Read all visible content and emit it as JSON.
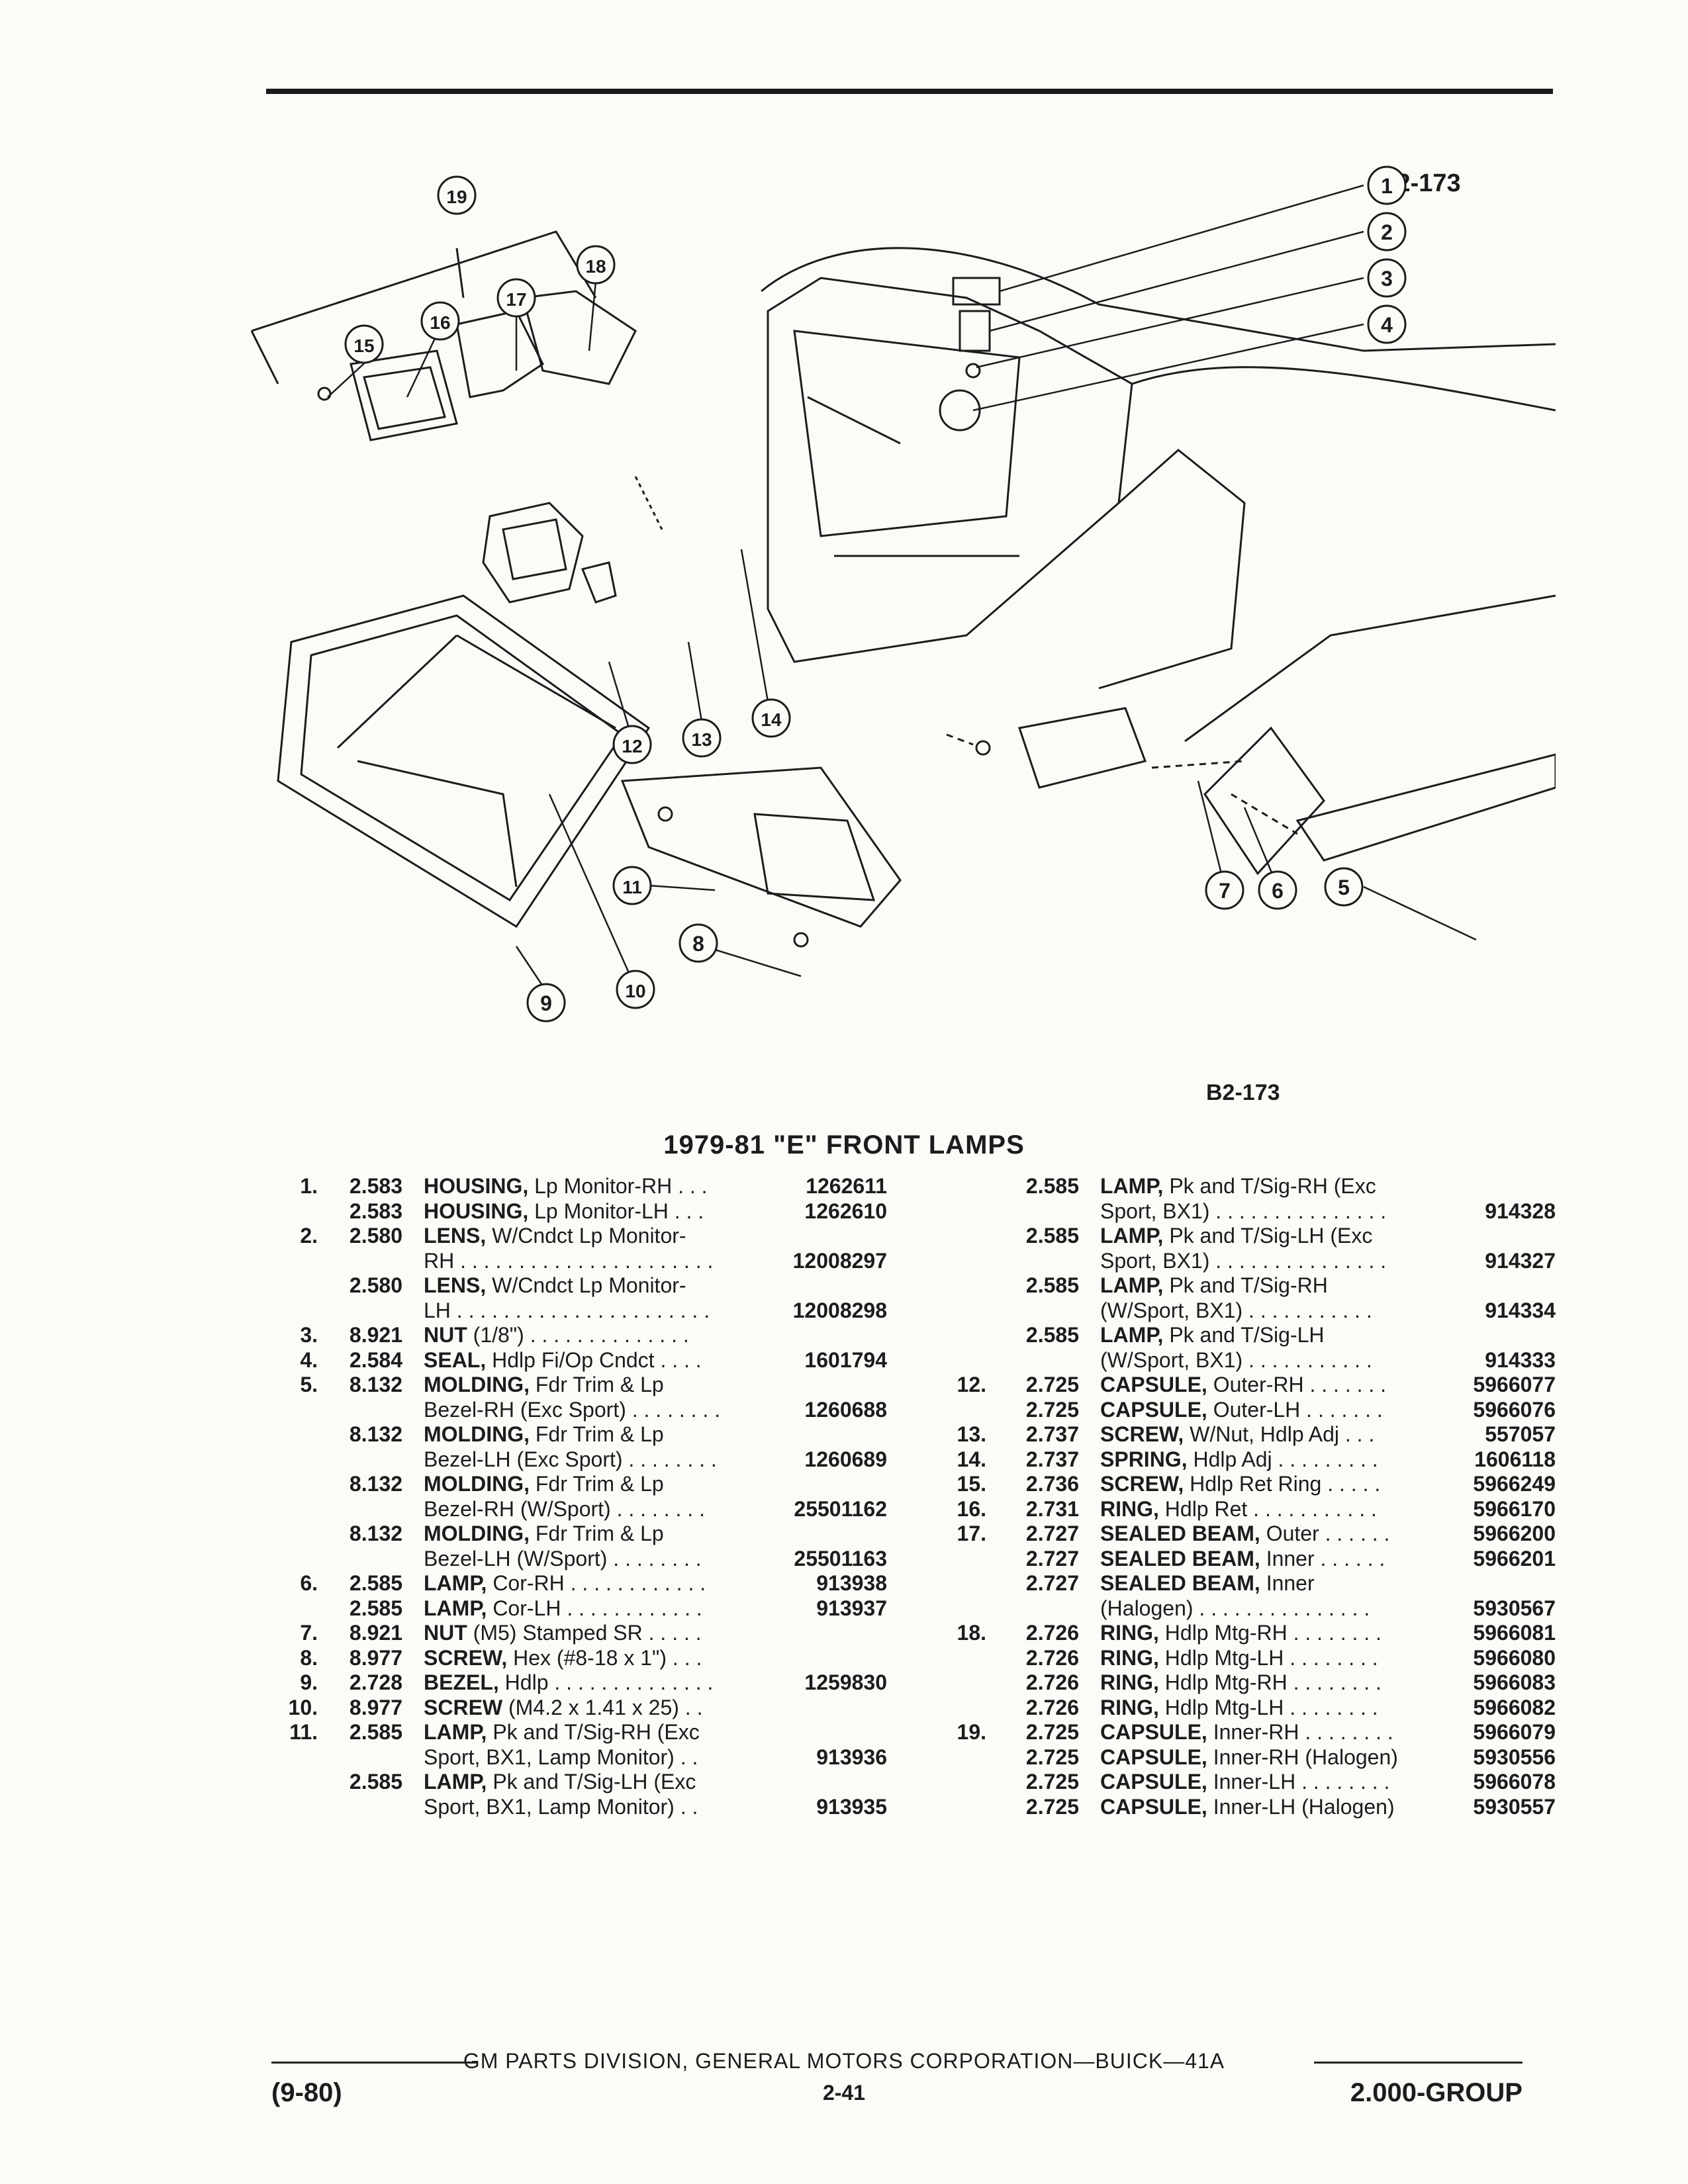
{
  "figure_code": "B2-173",
  "title": "1979-81 \"E\" FRONT LAMPS",
  "callouts": [
    "1",
    "2",
    "3",
    "4",
    "5",
    "6",
    "7",
    "8",
    "9",
    "10",
    "11",
    "12",
    "13",
    "14",
    "15",
    "16",
    "17",
    "18",
    "19"
  ],
  "left_rows": [
    {
      "idx": "1.",
      "code": "2.583",
      "name": "HOUSING,",
      "desc": " Lp Monitor-RH . . .",
      "part": "1262611"
    },
    {
      "idx": "",
      "code": "2.583",
      "name": "HOUSING,",
      "desc": " Lp Monitor-LH . . .",
      "part": "1262610"
    },
    {
      "idx": "2.",
      "code": "2.580",
      "name": "LENS,",
      "desc": " W/Cndct Lp Monitor-",
      "part": ""
    },
    {
      "idx": "",
      "code": "",
      "name": "",
      "desc": "RH . . . . . . . . . . . . . . . . . . . . . .",
      "part": "12008297"
    },
    {
      "idx": "",
      "code": "2.580",
      "name": "LENS,",
      "desc": " W/Cndct Lp Monitor-",
      "part": ""
    },
    {
      "idx": "",
      "code": "",
      "name": "",
      "desc": "LH . . . . . . . . . . . . . . . . . . . . . .",
      "part": "12008298"
    },
    {
      "idx": "3.",
      "code": "8.921",
      "name": "NUT",
      "desc": " (1/8\") . . . . . . . . . . . . . .",
      "part": ""
    },
    {
      "idx": "4.",
      "code": "2.584",
      "name": "SEAL,",
      "desc": " Hdlp Fi/Op Cndct . . . .",
      "part": "1601794"
    },
    {
      "idx": "5.",
      "code": "8.132",
      "name": "MOLDING,",
      "desc": " Fdr Trim & Lp",
      "part": ""
    },
    {
      "idx": "",
      "code": "",
      "name": "",
      "desc": "Bezel-RH (Exc Sport) . . . . . . . .",
      "part": "1260688"
    },
    {
      "idx": "",
      "code": "8.132",
      "name": "MOLDING,",
      "desc": " Fdr Trim & Lp",
      "part": ""
    },
    {
      "idx": "",
      "code": "",
      "name": "",
      "desc": "Bezel-LH (Exc Sport) . . . . . . . .",
      "part": "1260689"
    },
    {
      "idx": "",
      "code": "8.132",
      "name": "MOLDING,",
      "desc": " Fdr Trim & Lp",
      "part": ""
    },
    {
      "idx": "",
      "code": "",
      "name": "",
      "desc": "Bezel-RH (W/Sport) . . . . . . . .",
      "part": "25501162"
    },
    {
      "idx": "",
      "code": "8.132",
      "name": "MOLDING,",
      "desc": " Fdr Trim & Lp",
      "part": ""
    },
    {
      "idx": "",
      "code": "",
      "name": "",
      "desc": "Bezel-LH (W/Sport) . . . . . . . .",
      "part": "25501163"
    },
    {
      "idx": "6.",
      "code": "2.585",
      "name": "LAMP,",
      "desc": " Cor-RH . . . . . . . . . . . .",
      "part": "913938"
    },
    {
      "idx": "",
      "code": "2.585",
      "name": "LAMP,",
      "desc": " Cor-LH . . . . . . . . . . . .",
      "part": "913937"
    },
    {
      "idx": "7.",
      "code": "8.921",
      "name": "NUT",
      "desc": " (M5) Stamped SR . . . . .",
      "part": ""
    },
    {
      "idx": "8.",
      "code": "8.977",
      "name": "SCREW,",
      "desc": " Hex (#8-18 x 1\") . . .",
      "part": ""
    },
    {
      "idx": "9.",
      "code": "2.728",
      "name": "BEZEL,",
      "desc": " Hdlp . . . . . . . . . . . . . .",
      "part": "1259830"
    },
    {
      "idx": "10.",
      "code": "8.977",
      "name": "SCREW",
      "desc": " (M4.2 x 1.41 x 25) . .",
      "part": ""
    },
    {
      "idx": "11.",
      "code": "2.585",
      "name": "LAMP,",
      "desc": " Pk and T/Sig-RH (Exc",
      "part": ""
    },
    {
      "idx": "",
      "code": "",
      "name": "",
      "desc": "Sport, BX1, Lamp Monitor) . .",
      "part": "913936"
    },
    {
      "idx": "",
      "code": "2.585",
      "name": "LAMP,",
      "desc": " Pk and T/Sig-LH (Exc",
      "part": ""
    },
    {
      "idx": "",
      "code": "",
      "name": "",
      "desc": "Sport, BX1, Lamp Monitor) . .",
      "part": "913935"
    }
  ],
  "right_rows": [
    {
      "idx": "",
      "code": "2.585",
      "name": "LAMP,",
      "desc": " Pk and T/Sig-RH (Exc",
      "part": ""
    },
    {
      "idx": "",
      "code": "",
      "name": "",
      "desc": "Sport, BX1) . . . . . . . . . . . . . . .",
      "part": "914328"
    },
    {
      "idx": "",
      "code": "2.585",
      "name": "LAMP,",
      "desc": " Pk and T/Sig-LH (Exc",
      "part": ""
    },
    {
      "idx": "",
      "code": "",
      "name": "",
      "desc": "Sport, BX1) . . . . . . . . . . . . . . .",
      "part": "914327"
    },
    {
      "idx": "",
      "code": "2.585",
      "name": "LAMP,",
      "desc": " Pk and T/Sig-RH",
      "part": ""
    },
    {
      "idx": "",
      "code": "",
      "name": "",
      "desc": "(W/Sport, BX1) . . . . . . . . . . .",
      "part": "914334"
    },
    {
      "idx": "",
      "code": "2.585",
      "name": "LAMP,",
      "desc": " Pk and T/Sig-LH",
      "part": ""
    },
    {
      "idx": "",
      "code": "",
      "name": "",
      "desc": "(W/Sport, BX1) . . . . . . . . . . .",
      "part": "914333"
    },
    {
      "idx": "12.",
      "code": "2.725",
      "name": "CAPSULE,",
      "desc": " Outer-RH . . . . . . .",
      "part": "5966077"
    },
    {
      "idx": "",
      "code": "2.725",
      "name": "CAPSULE,",
      "desc": " Outer-LH . . . . . . .",
      "part": "5966076"
    },
    {
      "idx": "13.",
      "code": "2.737",
      "name": "SCREW,",
      "desc": " W/Nut, Hdlp Adj . . .",
      "part": "557057"
    },
    {
      "idx": "14.",
      "code": "2.737",
      "name": "SPRING,",
      "desc": " Hdlp Adj . . . . . . . . .",
      "part": "1606118"
    },
    {
      "idx": "15.",
      "code": "2.736",
      "name": "SCREW,",
      "desc": " Hdlp Ret Ring . . . . .",
      "part": "5966249"
    },
    {
      "idx": "16.",
      "code": "2.731",
      "name": "RING,",
      "desc": " Hdlp Ret . . . . . . . . . . .",
      "part": "5966170"
    },
    {
      "idx": "17.",
      "code": "2.727",
      "name": "SEALED BEAM,",
      "desc": " Outer . . . . . .",
      "part": "5966200"
    },
    {
      "idx": "",
      "code": "2.727",
      "name": "SEALED BEAM,",
      "desc": " Inner . . . . . .",
      "part": "5966201"
    },
    {
      "idx": "",
      "code": "2.727",
      "name": "SEALED BEAM,",
      "desc": " Inner",
      "part": ""
    },
    {
      "idx": "",
      "code": "",
      "name": "",
      "desc": "(Halogen) . . . . . . . . . . . . . . .",
      "part": "5930567"
    },
    {
      "idx": "18.",
      "code": "2.726",
      "name": "RING,",
      "desc": " Hdlp Mtg-RH . . . . . . . .",
      "part": "5966081"
    },
    {
      "idx": "",
      "code": "2.726",
      "name": "RING,",
      "desc": " Hdlp Mtg-LH . . . . . . . .",
      "part": "5966080"
    },
    {
      "idx": "",
      "code": "2.726",
      "name": "RING,",
      "desc": " Hdlp Mtg-RH . . . . . . . .",
      "part": "5966083"
    },
    {
      "idx": "",
      "code": "2.726",
      "name": "RING,",
      "desc": " Hdlp Mtg-LH . . . . . . . .",
      "part": "5966082"
    },
    {
      "idx": "19.",
      "code": "2.725",
      "name": "CAPSULE,",
      "desc": " Inner-RH . . . . . . . .",
      "part": "5966079"
    },
    {
      "idx": "",
      "code": "2.725",
      "name": "CAPSULE,",
      "desc": " Inner-RH (Halogen)",
      "part": "5930556"
    },
    {
      "idx": "",
      "code": "2.725",
      "name": "CAPSULE,",
      "desc": " Inner-LH . . . . . . . .",
      "part": "5966078"
    },
    {
      "idx": "",
      "code": "2.725",
      "name": "CAPSULE,",
      "desc": " Inner-LH (Halogen)",
      "part": "5930557"
    }
  ],
  "footer": {
    "division": "GM PARTS DIVISION, GENERAL MOTORS CORPORATION—BUICK—41A",
    "date": "(9-80)",
    "page": "2-41",
    "group": "2.000-GROUP"
  },
  "colors": {
    "ink": "#1c1c1c",
    "paper": "#fbfbf8"
  }
}
